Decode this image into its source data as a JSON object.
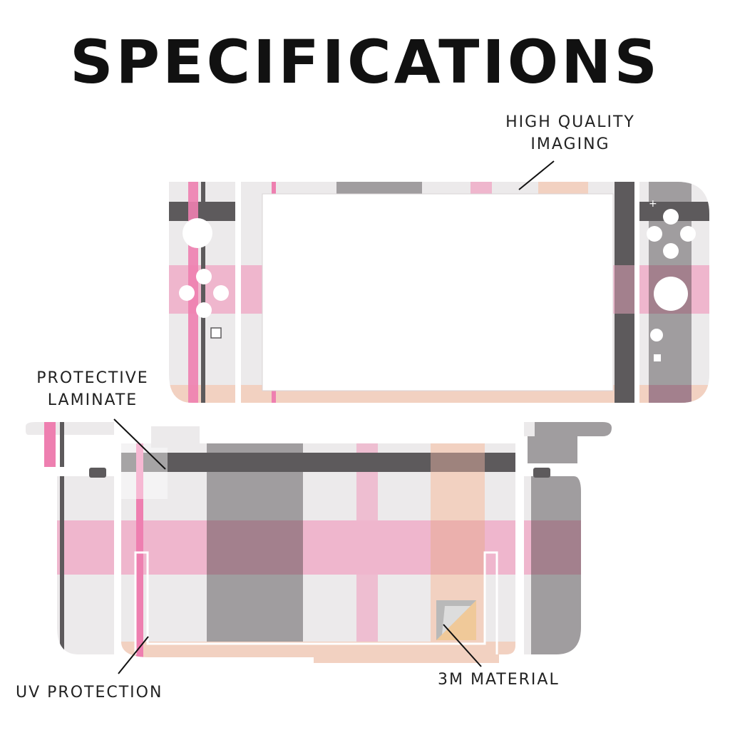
{
  "heading": "SPECIFICATIONS",
  "callouts": {
    "imaging": [
      "HIGH QUALITY",
      "IMAGING"
    ],
    "laminate": [
      "PROTECTIVE",
      "LAMINATE"
    ],
    "uv": "UV PROTECTION",
    "material": "3M MATERIAL"
  },
  "colors": {
    "white_band": "#eceaeb",
    "pink_band": "#efb6cd",
    "hot_pink": "#ee7fb0",
    "dark_gray": "#5d5a5c",
    "gray": "#a09d9f",
    "mauve": "#a3808d",
    "peach": "#f2d1c1",
    "tan": "#f0c999"
  }
}
